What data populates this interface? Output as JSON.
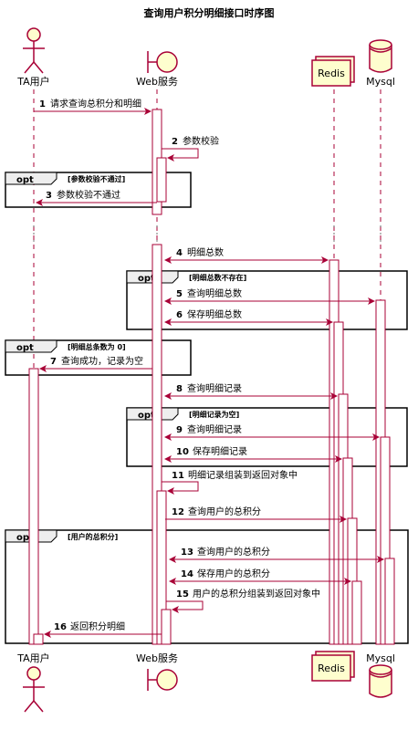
{
  "title": "查询用户积分明细接口时序图",
  "participants": [
    {
      "id": "ta",
      "label": "TA用户",
      "kind": "actor"
    },
    {
      "id": "web",
      "label": "Web服务",
      "kind": "boundary"
    },
    {
      "id": "redis",
      "label": "Redis",
      "kind": "collections"
    },
    {
      "id": "mysql",
      "label": "Mysql",
      "kind": "database"
    }
  ],
  "messages": [
    {
      "n": "1",
      "text": "请求查询总积分和明细"
    },
    {
      "n": "2",
      "text": "参数校验"
    },
    {
      "n": "3",
      "text": "参数校验不通过"
    },
    {
      "n": "4",
      "text": "明细总数"
    },
    {
      "n": "5",
      "text": "查询明细总数"
    },
    {
      "n": "6",
      "text": "保存明细总数"
    },
    {
      "n": "7",
      "text": "查询成功，记录为空"
    },
    {
      "n": "8",
      "text": "查询明细记录"
    },
    {
      "n": "9",
      "text": "查询明细记录"
    },
    {
      "n": "10",
      "text": "保存明细记录"
    },
    {
      "n": "11",
      "text": "明细记录组装到返回对象中"
    },
    {
      "n": "12",
      "text": "查询用户的总积分"
    },
    {
      "n": "13",
      "text": "查询用户的总积分"
    },
    {
      "n": "14",
      "text": "保存用户的总积分"
    },
    {
      "n": "15",
      "text": "用户的总积分组装到返回对象中"
    },
    {
      "n": "16",
      "text": "返回积分明细"
    }
  ],
  "frames": [
    {
      "keyword": "opt",
      "condition": "[参数校验不通过]"
    },
    {
      "keyword": "opt",
      "condition": "[明细总数不存在]"
    },
    {
      "keyword": "opt",
      "condition": "[明细总条数为 0]"
    },
    {
      "keyword": "opt",
      "condition": "[明细记录为空]"
    },
    {
      "keyword": "opt",
      "condition": "[用户的总积分]"
    }
  ],
  "colors": {
    "line": "#a80036",
    "participant_fill": "#fefece",
    "frame_bg": "#eeeeee",
    "activation_fill": "#ffffff"
  }
}
